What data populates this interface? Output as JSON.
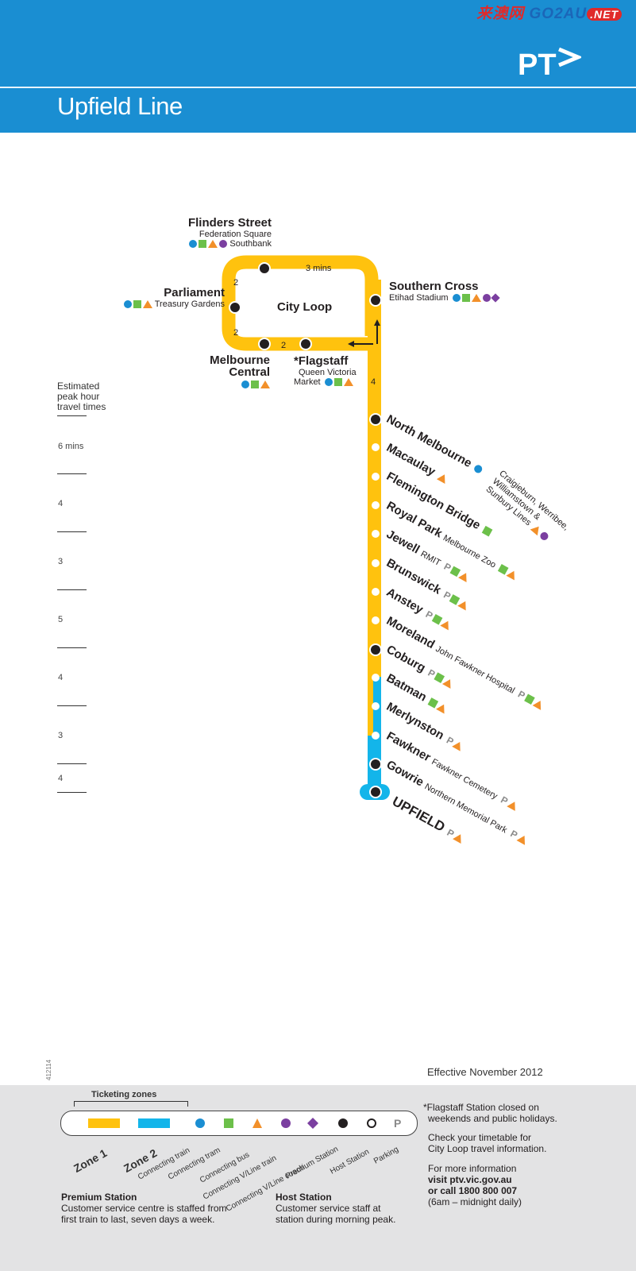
{
  "header": {
    "title": "Upfield Line",
    "logo_text": "PT",
    "watermark": [
      "来澳网",
      "GO2AU",
      ".NET"
    ]
  },
  "colors": {
    "brand_blue": "#1a8ed2",
    "line_yellow": "#ffc20e",
    "zone2_cyan": "#13b5ea",
    "tram_green": "#6cc04a",
    "bus_orange": "#f2902a",
    "vline_purple": "#7b3fa0"
  },
  "city_loop": {
    "label": "City Loop",
    "travel_time": "3 mins",
    "segment_times": [
      "2",
      "2",
      "2",
      "4"
    ],
    "stations": [
      {
        "name": "Flinders Street",
        "sub": [
          "Federation Square",
          "Southbank"
        ],
        "symbols": [
          "train",
          "tram",
          "bus",
          "vline-train"
        ]
      },
      {
        "name": "Parliament",
        "sub": [
          "Treasury Gardens"
        ],
        "symbols": [
          "train",
          "tram",
          "bus"
        ]
      },
      {
        "name": "Melbourne Central",
        "name_lines": [
          "Melbourne",
          "Central"
        ],
        "sub": [],
        "symbols": [
          "train",
          "tram",
          "bus"
        ]
      },
      {
        "name": "*Flagstaff",
        "sub": [
          "Queen Victoria",
          "Market"
        ],
        "symbols": [
          "train",
          "tram",
          "bus"
        ]
      },
      {
        "name": "Southern Cross",
        "sub": [
          "Etihad Stadium"
        ],
        "symbols": [
          "train",
          "tram",
          "bus",
          "vline-train",
          "vline-coach"
        ]
      }
    ]
  },
  "line_stations": [
    {
      "name": "North Melbourne",
      "sub": "",
      "symbols": [
        "train"
      ],
      "note": [
        "Craigieburn, Werribee,",
        "Williamstown &",
        "Sunbury Lines"
      ],
      "note_symbols": [
        "bus",
        "vline-train"
      ]
    },
    {
      "name": "Macaulay",
      "sub": "",
      "symbols": [
        "bus"
      ]
    },
    {
      "name": "Flemington Bridge",
      "sub": "",
      "symbols": [
        "tram"
      ]
    },
    {
      "name": "Royal Park",
      "sub": "Melbourne Zoo",
      "symbols": [
        "tram",
        "bus"
      ]
    },
    {
      "name": "Jewell",
      "sub": "RMIT",
      "symbols": [
        "parking",
        "tram",
        "bus"
      ]
    },
    {
      "name": "Brunswick",
      "sub": "",
      "symbols": [
        "parking",
        "tram",
        "bus"
      ]
    },
    {
      "name": "Anstey",
      "sub": "",
      "symbols": [
        "parking",
        "tram",
        "bus"
      ]
    },
    {
      "name": "Moreland",
      "sub": "John Fawkner Hospital",
      "symbols": [
        "parking",
        "tram",
        "bus"
      ]
    },
    {
      "name": "Coburg",
      "sub": "",
      "symbols": [
        "parking",
        "tram",
        "bus"
      ]
    },
    {
      "name": "Batman",
      "sub": "",
      "symbols": [
        "tram",
        "bus"
      ]
    },
    {
      "name": "Merlynston",
      "sub": "",
      "symbols": [
        "parking",
        "bus"
      ]
    },
    {
      "name": "Fawkner",
      "sub": "Fawkner Cemetery",
      "symbols": [
        "parking",
        "bus"
      ]
    },
    {
      "name": "Gowrie",
      "sub": "Northern Memorial Park",
      "symbols": [
        "parking",
        "bus"
      ]
    },
    {
      "name": "UPFIELD",
      "sub": "",
      "symbols": [
        "parking",
        "bus"
      ]
    }
  ],
  "travel_times": {
    "title": [
      "Estimated",
      "peak hour",
      "travel times"
    ],
    "values": [
      "6 mins",
      "4",
      "3",
      "5",
      "4",
      "3",
      "4"
    ]
  },
  "effective": "Effective November 2012",
  "print_code": "412114",
  "legend": {
    "zones_title": "Ticketing zones",
    "items": [
      "Zone 1",
      "Zone 2",
      "Connecting train",
      "Connecting tram",
      "Connecting bus",
      "Connecting V/Line train",
      "Connecting V/Line coach",
      "Premium Station",
      "Host Station",
      "Parking"
    ],
    "parking_glyph": "P"
  },
  "footer": {
    "premium_title": "Premium Station",
    "premium_text": [
      "Customer service centre is staffed from",
      "first train to last, seven days a week."
    ],
    "host_title": "Host Station",
    "host_text": [
      "Customer service staff at",
      "station during morning peak."
    ],
    "flagstaff_note": [
      "*Flagstaff Station closed on",
      "weekends and public holidays."
    ],
    "timetable_note": [
      "Check your timetable for",
      "City Loop travel information."
    ],
    "info_lines": [
      "For more information",
      "visit ptv.vic.gov.au",
      "or call 1800 800 007",
      "(6am – midnight daily)"
    ]
  }
}
